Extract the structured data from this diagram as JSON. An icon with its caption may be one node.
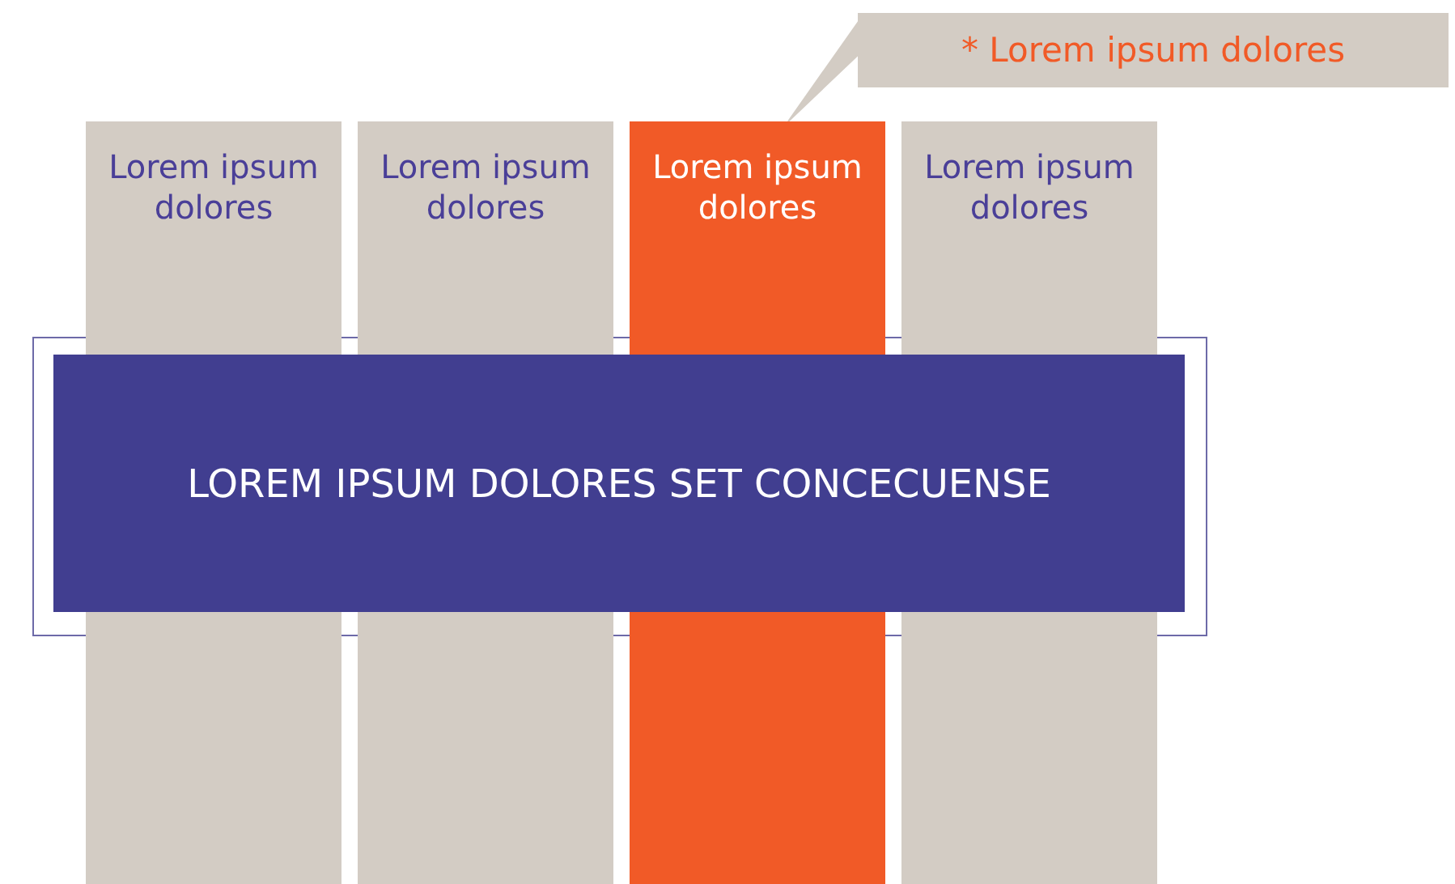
{
  "diagram": {
    "nodes": [
      {
        "text": [
          "* Lorem ipsum dolores"
        ]
      },
      {
        "text": [
          "Lorem ipsum dolores"
        ]
      },
      {
        "text": [
          "Lorem ipsum dolores"
        ]
      },
      {
        "text": [
          "Lorem ipsum dolores"
        ]
      },
      {
        "text": [
          "Lorem ipsum dolores"
        ]
      },
      {
        "text": [
          "LOREM IPSUM DOLORES SET CONCECUENSE"
        ]
      },
      {
        "text": [],
        "shape": "bar"
      },
      {
        "text": [],
        "shape": "bar"
      },
      {
        "text": [],
        "shape": "bar"
      },
      {
        "text": [],
        "shape": "bar"
      }
    ],
    "edges": [
      {
        "from": 0,
        "to": 3,
        "arrow": "to"
      }
    ]
  }
}
